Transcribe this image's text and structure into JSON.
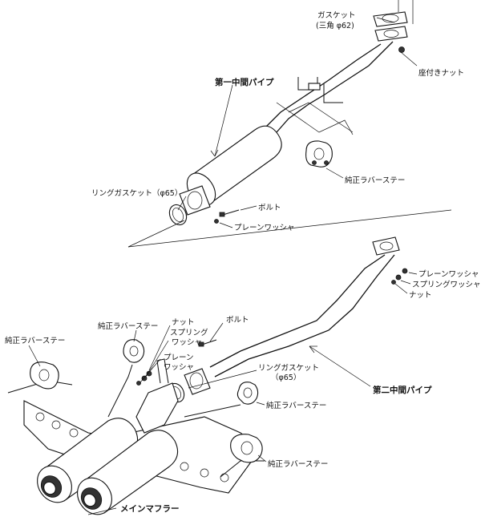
{
  "labels": {
    "gasket_triangle_line1": "ガスケット",
    "gasket_triangle_line2": "(三角 φ62)",
    "seat_nut": "座付きナット",
    "first_mid_pipe": "第一中間パイプ",
    "rubber_stay_upper": "純正ラバーステー",
    "ring_gasket_upper": "リングガスケット（φ65）",
    "bolt_upper": "ボルト",
    "plain_washer_upper": "プレーンワッシャ",
    "plain_washer_right": "プレーンワッシャ",
    "spring_washer_right": "スプリングワッシャ",
    "nut_right": "ナット",
    "rubber_stay_left_top": "純正ラバーステー",
    "nut_mid": "ナット",
    "bolt_mid": "ボルト",
    "spring_washer_mid_line1": "スプリング",
    "spring_washer_mid_line2": "ワッシャ",
    "plain_washer_mid_line1": "プレーン",
    "plain_washer_mid_line2": "ワッシャ",
    "rubber_stay_far_left": "純正ラバーステー",
    "ring_gasket_lower_line1": "リングガスケット",
    "ring_gasket_lower_line2": "（φ65）",
    "second_mid_pipe": "第二中間パイプ",
    "rubber_stay_mid_right": "純正ラバーステー",
    "rubber_stay_low_right": "純正ラバーステー",
    "main_muffler": "メインマフラー"
  }
}
